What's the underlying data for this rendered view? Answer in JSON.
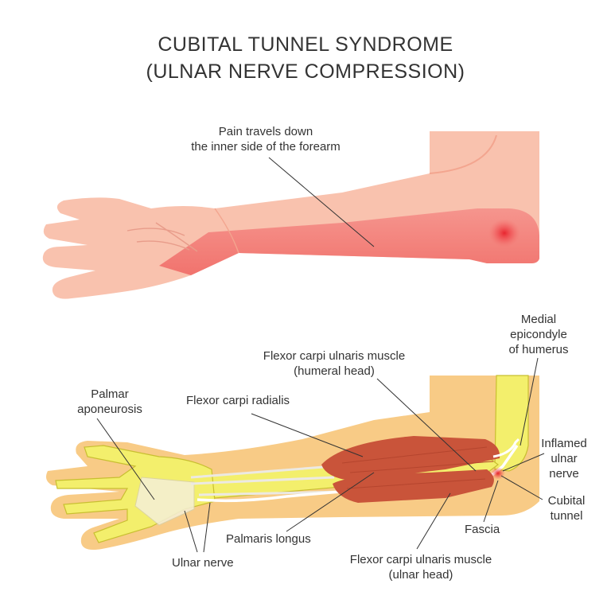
{
  "title": {
    "line1": "CUBITAL TUNNEL SYNDROME",
    "line2": "(ULNAR NERVE COMPRESSION)"
  },
  "labels": {
    "pain": [
      "Pain travels down",
      "the inner side of the forearm"
    ],
    "medial_epicondyle": [
      "Medial",
      "epicondyle",
      "of humerus"
    ],
    "fcu_humeral": [
      "Flexor carpi ulnaris muscle",
      "(humeral head)"
    ],
    "palmar_aponeurosis": [
      "Palmar",
      "aponeurosis"
    ],
    "flexor_carpi_radialis": "Flexor carpi radialis",
    "inflamed_ulnar_nerve": [
      "Inflamed",
      "ulnar",
      "nerve"
    ],
    "cubital_tunnel": [
      "Cubital",
      "tunnel"
    ],
    "fascia": "Fascia",
    "palmaris_longus": "Palmaris longus",
    "ulnar_nerve": "Ulnar nerve",
    "fcu_ulnar": [
      "Flexor carpi ulnaris muscle",
      "(ulnar head)"
    ]
  },
  "colors": {
    "skin": "#f9c2ae",
    "skin_shade": "#f3a58f",
    "pain_zone": "#f3706b",
    "inflammation": "#e8202a",
    "anatomy_arm": "#f8cb86",
    "bone": "#f3ef6c",
    "bone_outline": "#c8bf30",
    "muscle": "#c9543a",
    "tendon": "#ece9e2",
    "nerve": "#ffffff",
    "leader_line": "#333333"
  }
}
